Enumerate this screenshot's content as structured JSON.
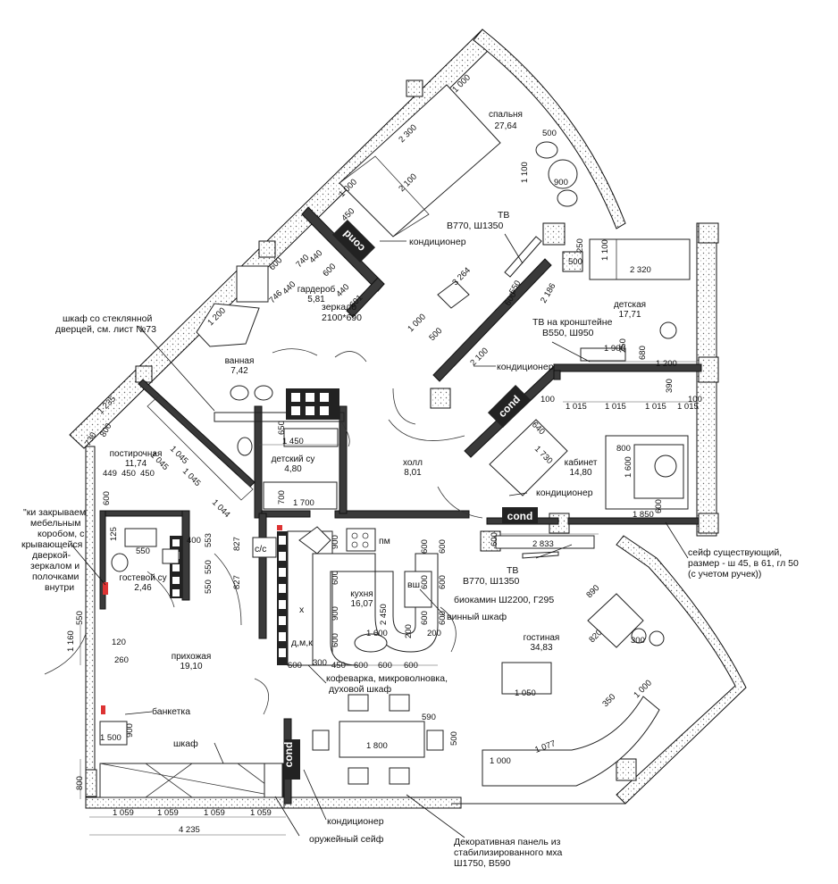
{
  "rooms": {
    "bedroom": {
      "name": "спальня",
      "area": "27,64"
    },
    "kids": {
      "name": "детская",
      "area": "17,71"
    },
    "wardrobe": {
      "name": "гардероб",
      "area": "5,81"
    },
    "bath": {
      "name": "ванная",
      "area": "7,42"
    },
    "laundry": {
      "name": "постирочная",
      "area": "11,74"
    },
    "kidsbath": {
      "name": "детский су",
      "area": "4,80"
    },
    "hall": {
      "name": "холл",
      "area": "8,01"
    },
    "office": {
      "name": "кабинет",
      "area": "14,80"
    },
    "guestbath": {
      "name": "гостевой су",
      "area": "2,46"
    },
    "kitchen": {
      "name": "кухня",
      "area": "16,07"
    },
    "entry": {
      "name": "прихожая",
      "area": "19,10"
    },
    "living": {
      "name": "гостиная",
      "area": "34,83"
    }
  },
  "annotations": {
    "cond1": "кондиционер",
    "cond2": "кондиционер",
    "cond3": "кондиционер",
    "cond4": "кондиционер",
    "tv1": "ТВ",
    "tv1_size": "В770, Ш1350",
    "tv2": "ТВ на кронштейне",
    "tv2_size": "В550, Ш950",
    "mirror": "зеркало",
    "mirror_size": "2100*690",
    "glass_cab_1": "шкаф со стеклянной",
    "glass_cab_2": "дверцей, см. лист №73",
    "left_1": "\"ки закрываем",
    "left_2": "мебельным",
    "left_3": "коробом, с",
    "left_4": "крывающейся",
    "left_5": "дверкой-",
    "left_6": "зеркалом и",
    "left_7": "полочками",
    "left_8": "внутри",
    "safe_1": "сейф существующий,",
    "safe_2": "размер - ш 45, в 61, гл 50",
    "safe_3": "(с учетом ручек))",
    "tv3": "ТВ",
    "tv3_size": "В770, Ш1350",
    "biofire": "биокамин Ш2200, Г295",
    "wine": "винный шкаф",
    "coffee_1": "кофеварка, микроволновка,",
    "coffee_2": "духовой шкаф",
    "banquette": "банкетка",
    "cabinet": "шкаф",
    "gunsafe": "оружейный сейф",
    "moss_1": "Декоративная панель из",
    "moss_2": "стабилизированного мха",
    "moss_3": "Ш1750, В590",
    "cs": "с/с",
    "pm": "пм",
    "vsh": "вш",
    "x": "х",
    "dmk": "д,м,к",
    "cond_tag": "cond"
  },
  "dims": {
    "d1000a": "1 000",
    "d2300": "2 300",
    "d2100": "2 100",
    "d1000b": "1 000",
    "d450": "450",
    "d500a": "500",
    "d1100": "1 100",
    "d900a": "900",
    "d3264": "3 264",
    "d250": "250",
    "d500b": "500",
    "d1100b": "1 100",
    "d2320": "2 320",
    "d2186": "2 186",
    "d600a": "600",
    "d550a": "550",
    "d1900": "1 900",
    "d250b": "250",
    "d680": "680",
    "d1200a": "1 200",
    "d1000c": "1 000",
    "d500c": "500",
    "d2100b": "2 100",
    "d1015a": "1 015",
    "d1015b": "1 015",
    "d1015c": "1 015",
    "d1015d": "1 015",
    "d100a": "100",
    "d100b": "100",
    "d390": "390",
    "d800a": "800",
    "d1600": "1 600",
    "d1850": "1 850",
    "d600b": "600",
    "d640": "640",
    "d1730": "1 730",
    "d600c": "600",
    "d746": "746",
    "d440": "440",
    "d740": "740",
    "d440b": "440",
    "d600d": "600",
    "d440c": "440",
    "d601": "601",
    "d1200b": "1 200",
    "d1235": "1 235",
    "d730": "730",
    "d800b": "800",
    "d1045a": "1 045",
    "d1045b": "1 045",
    "d1045c": "1 045",
    "d1044": "1 044",
    "d449": "449",
    "d450b": "450",
    "d450c": "450",
    "d600e": "600",
    "d1450": "1 450",
    "d650": "650",
    "d700": "700",
    "d1700": "1 700",
    "d125": "125",
    "d550b": "550",
    "d400": "400",
    "d553": "553",
    "d827a": "827",
    "d827b": "827",
    "d550c": "550",
    "d550d": "550",
    "d1160": "1 160",
    "d550e": "550",
    "d120": "120",
    "d260": "260",
    "d2833": "2 833",
    "d600f": "600",
    "d900b": "900",
    "d600g": "600",
    "d900c": "900",
    "d2450": "2 450",
    "d600h": "600",
    "d1600b": "1 600",
    "d600i": "600",
    "d600j": "600",
    "d200a": "200",
    "d200b": "200",
    "d600k": "600",
    "d600l": "600",
    "d600m": "600",
    "d600n": "600",
    "d300a": "300",
    "d450d": "450",
    "d600o": "600",
    "d600p": "600",
    "d600q": "600",
    "d890": "890",
    "d820": "820",
    "d300b": "300",
    "d1050": "1 050",
    "d1000d": "1 000",
    "d350": "350",
    "d1077": "1 077",
    "d1000e": "1 000",
    "d590": "590",
    "d1800": "1 800",
    "d500d": "500",
    "d1500": "1 500",
    "d900d": "900",
    "d800c": "800",
    "d1059a": "1 059",
    "d1059b": "1 059",
    "d1059c": "1 059",
    "d1059d": "1 059",
    "d4235": "4 235"
  }
}
